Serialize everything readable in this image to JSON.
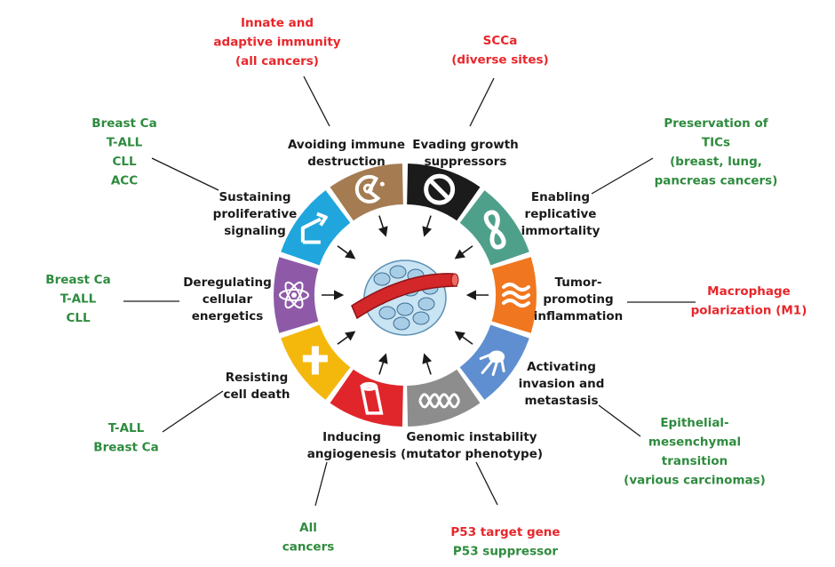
{
  "hallmarks": [
    {
      "id": "immune",
      "lines": [
        "Avoiding immune",
        "destruction"
      ],
      "color": "#a57c52",
      "icon": "pacman-cell-icon"
    },
    {
      "id": "growth",
      "lines": [
        "Evading growth",
        "suppressors"
      ],
      "color": "#1b1b1b",
      "icon": "prohibition-icon"
    },
    {
      "id": "replicative",
      "lines": [
        "Enabling",
        "replicative",
        "immortality"
      ],
      "color": "#4fa08b",
      "icon": "infinity-icon"
    },
    {
      "id": "inflammation",
      "lines": [
        "Tumor-",
        "promoting",
        "inflammation"
      ],
      "color": "#f0771f",
      "icon": "flame-icon"
    },
    {
      "id": "invasion",
      "lines": [
        "Activating",
        "invasion and",
        "metastasis"
      ],
      "color": "#5f8fd0",
      "icon": "spreading-cell-icon"
    },
    {
      "id": "genomic",
      "lines": [
        "Genomic instability",
        "(mutator phenotype)"
      ],
      "color": "#8d8d8d",
      "icon": "dna-helix-icon"
    },
    {
      "id": "angio",
      "lines": [
        "Inducing",
        "angiogenesis"
      ],
      "color": "#e0262b",
      "icon": "blood-vessel-icon"
    },
    {
      "id": "death",
      "lines": [
        "Resisting",
        "cell death"
      ],
      "color": "#f4b70c",
      "icon": "cross-icon"
    },
    {
      "id": "energetics",
      "lines": [
        "Deregulating",
        "cellular",
        "energetics"
      ],
      "color": "#8e5aa8",
      "icon": "atom-icon"
    },
    {
      "id": "proliferative",
      "lines": [
        "Sustaining",
        "proliferative",
        "signaling"
      ],
      "color": "#20a6dd",
      "icon": "signal-arrow-icon"
    }
  ],
  "annotations": [
    {
      "id": "immune",
      "lines": [
        {
          "text": "Innate and",
          "color": "red"
        },
        {
          "text": "adaptive immunity",
          "color": "red"
        },
        {
          "text": "(all cancers)",
          "color": "red"
        }
      ]
    },
    {
      "id": "growth",
      "lines": [
        {
          "text": "SCCa",
          "color": "red"
        },
        {
          "text": "(diverse sites)",
          "color": "red"
        }
      ]
    },
    {
      "id": "replicative",
      "lines": [
        {
          "text": "Preservation of",
          "color": "green"
        },
        {
          "text": "TICs",
          "color": "green"
        },
        {
          "text": "(breast, lung,",
          "color": "green"
        },
        {
          "text": "pancreas cancers)",
          "color": "green"
        }
      ]
    },
    {
      "id": "inflammation",
      "lines": [
        {
          "text": "Macrophage",
          "color": "red"
        },
        {
          "text": "polarization (M1)",
          "color": "red"
        }
      ]
    },
    {
      "id": "invasion",
      "lines": [
        {
          "text": "Epithelial-",
          "color": "green"
        },
        {
          "text": "mesenchymal",
          "color": "green"
        },
        {
          "text": "transition",
          "color": "green"
        },
        {
          "text": "(various carcinomas)",
          "color": "green"
        }
      ]
    },
    {
      "id": "genomic",
      "lines": [
        {
          "text": "P53 target gene",
          "color": "red"
        },
        {
          "text": "P53 suppressor",
          "color": "green"
        }
      ]
    },
    {
      "id": "angio",
      "lines": [
        {
          "text": "All",
          "color": "green"
        },
        {
          "text": "cancers",
          "color": "green"
        }
      ]
    },
    {
      "id": "death",
      "lines": [
        {
          "text": "T-ALL",
          "color": "green"
        },
        {
          "text": "Breast Ca",
          "color": "green"
        }
      ]
    },
    {
      "id": "energetics",
      "lines": [
        {
          "text": "Breast Ca",
          "color": "green"
        },
        {
          "text": "T-ALL",
          "color": "green"
        },
        {
          "text": "CLL",
          "color": "green"
        }
      ]
    },
    {
      "id": "proliferative",
      "lines": [
        {
          "text": "Breast Ca",
          "color": "green"
        },
        {
          "text": "T-ALL",
          "color": "green"
        },
        {
          "text": "CLL",
          "color": "green"
        },
        {
          "text": "ACC",
          "color": "green"
        }
      ]
    }
  ],
  "center": {
    "icon": "tumor-with-blood-vessel-icon"
  }
}
